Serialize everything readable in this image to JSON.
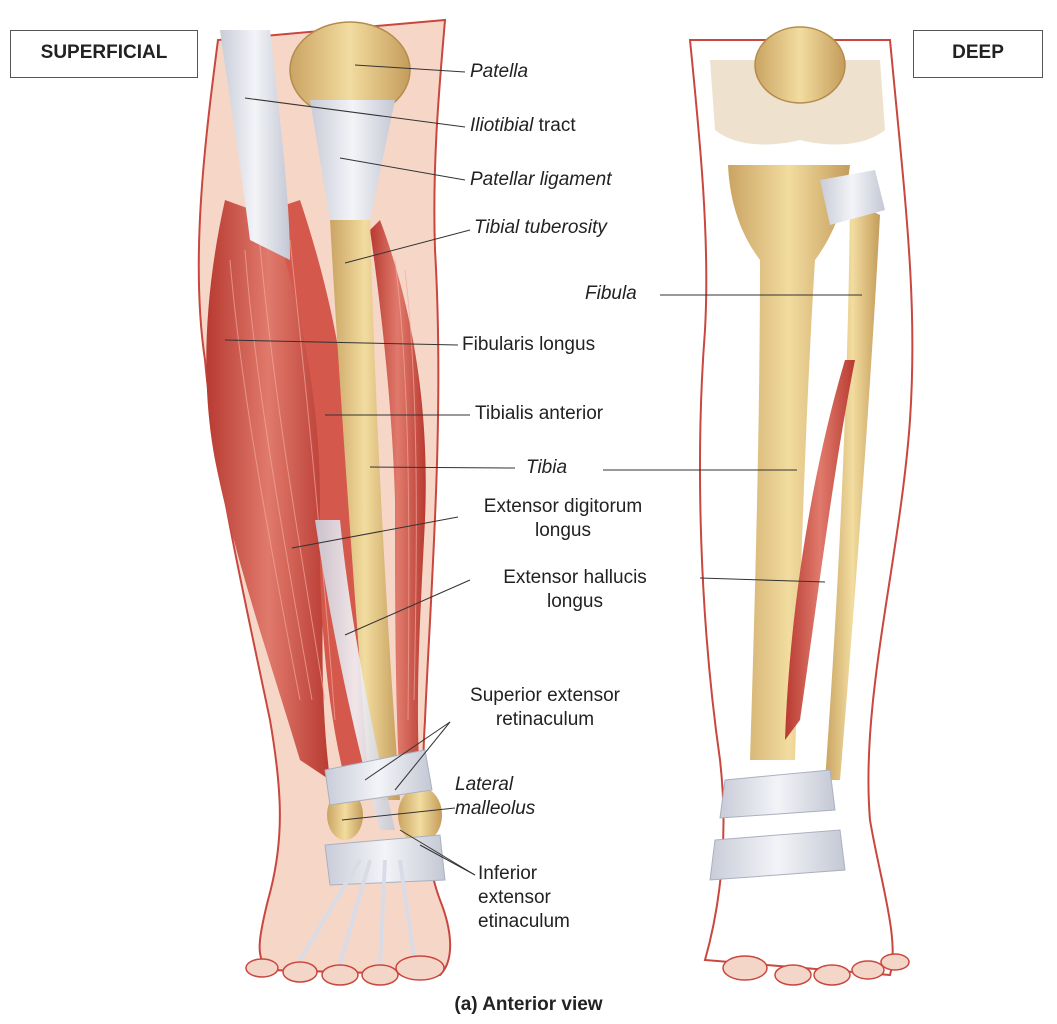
{
  "panels": {
    "superficial": "SUPERFICIAL",
    "deep": "DEEP"
  },
  "labels": {
    "patella": "Patella",
    "iliotibial_tract": "Iliotibial",
    "iliotibial_tract_suffix": " tract",
    "patellar_ligament": "Patellar ligament",
    "tibial_tuberosity": "Tibial tuberosity",
    "fibula": "Fibula",
    "fibularis_longus": "Fibularis longus",
    "tibialis_anterior": "Tibialis anterior",
    "tibia": "Tibia",
    "extensor_digitorum_longus": "Extensor digitorum\nlongus",
    "extensor_hallucis_longus": "Extensor hallucis\nlongus",
    "superior_extensor_retinaculum": "Superior extensor\nretinaculum",
    "lateral_malleolus": "Lateral\nmalleolus",
    "inferior_extensor_retinaculum": "Inferior\nextensor\netinaculum"
  },
  "caption": "(a) Anterior view",
  "colors": {
    "muscle": "#c8473c",
    "muscle_light": "#e48a7e",
    "bone": "#e9cc8c",
    "bone_dark": "#c9a565",
    "tendon": "#dfe2ea",
    "skin_outline": "#c9473f",
    "leader": "#333333"
  }
}
